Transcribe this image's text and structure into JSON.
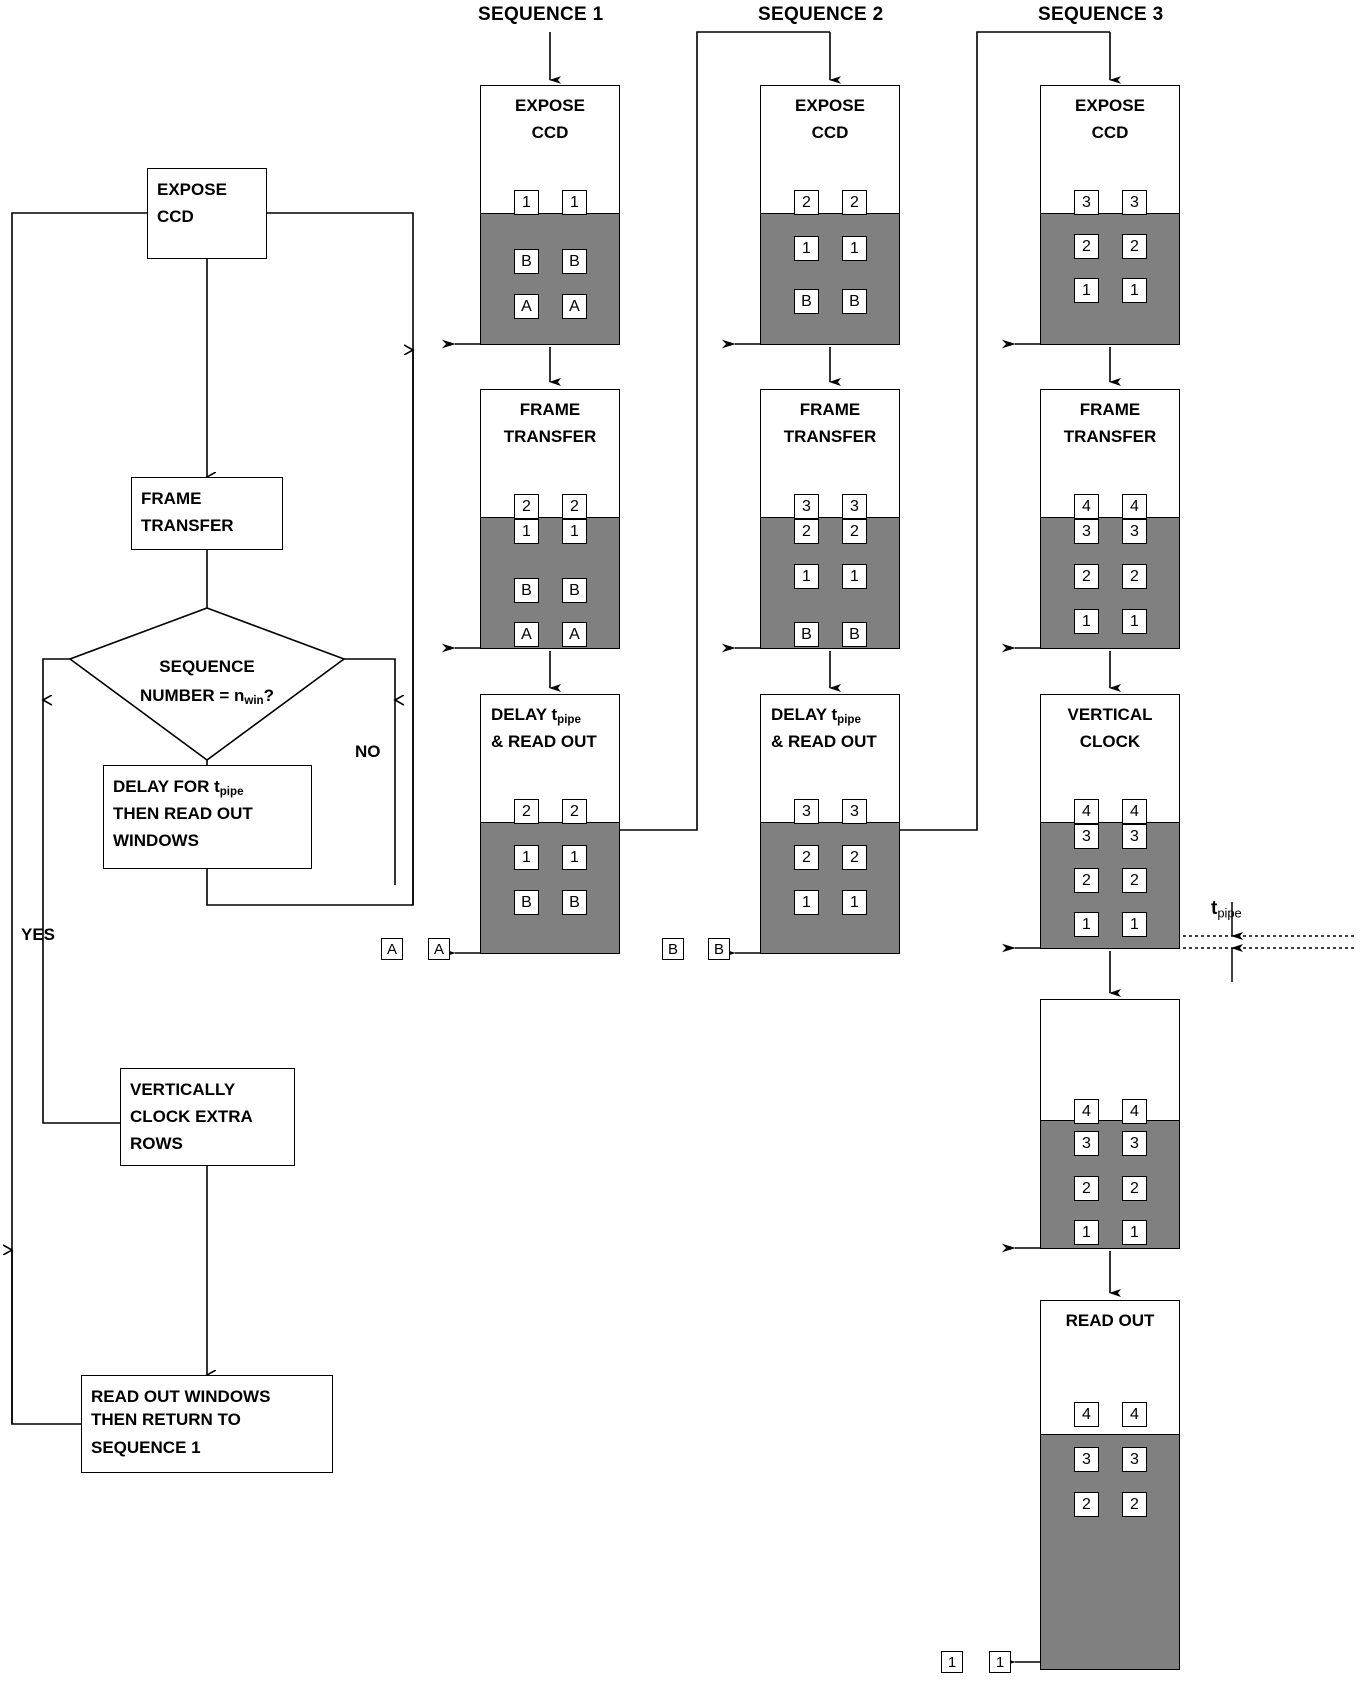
{
  "columns": [
    {
      "title": "SEQUENCE 1"
    },
    {
      "title": "SEQUENCE 2"
    },
    {
      "title": "SEQUENCE 3"
    }
  ],
  "flowchart": {
    "expose": {
      "line1": "EXPOSE",
      "line2": "CCD"
    },
    "frame_transfer": {
      "line1": "FRAME",
      "line2": "TRANSFER"
    },
    "decision": {
      "line1": "SEQUENCE",
      "line2_pre": "NUMBER = n",
      "line2_sub": "win",
      "line2_post": "?"
    },
    "delay": {
      "line1_pre": "DELAY FOR t",
      "line1_sub": "pipe",
      "line2": "THEN READ OUT",
      "line3": "WINDOWS"
    },
    "vclock": {
      "line1": "VERTICALLY",
      "line2": "CLOCK EXTRA",
      "line3": "ROWS"
    },
    "readout": {
      "line1": "READ OUT WINDOWS",
      "line2": "THEN RETURN TO",
      "line3": "SEQUENCE 1"
    },
    "yes_label": "YES",
    "no_label": "NO"
  },
  "seq1": {
    "p1": {
      "h1": "EXPOSE",
      "h2": "CCD",
      "image_cells": [
        "1",
        "1"
      ],
      "store_rows": [
        [
          "B",
          "B"
        ],
        [
          "A",
          "A"
        ]
      ]
    },
    "p2": {
      "h1": "FRAME",
      "h2": "TRANSFER",
      "image_cells": [
        "2",
        "2"
      ],
      "edge_cells": [
        "1",
        "1"
      ],
      "store_rows": [
        [
          "B",
          "B"
        ],
        [
          "A",
          "A"
        ]
      ]
    },
    "p3": {
      "h1_pre": "DELAY t",
      "h1_sub": "pipe",
      "h2": "& READ OUT",
      "image_cells": [
        "2",
        "2"
      ],
      "store_rows": [
        [
          "1",
          "1"
        ],
        [
          "B",
          "B"
        ]
      ]
    },
    "connector_left": "A",
    "connector_right": "A"
  },
  "seq2": {
    "p1": {
      "h1": "EXPOSE",
      "h2": "CCD",
      "image_cells": [
        "2",
        "2"
      ],
      "store_rows": [
        [
          "1",
          "1"
        ],
        [
          "B",
          "B"
        ]
      ]
    },
    "p2": {
      "h1": "FRAME",
      "h2": "TRANSFER",
      "image_cells": [
        "3",
        "3"
      ],
      "edge_cells": [
        "2",
        "2"
      ],
      "store_rows": [
        [
          "1",
          "1"
        ],
        [
          "B",
          "B"
        ]
      ]
    },
    "p3": {
      "h1_pre": "DELAY t",
      "h1_sub": "pipe",
      "h2": "& READ OUT",
      "image_cells": [
        "3",
        "3"
      ],
      "store_rows": [
        [
          "2",
          "2"
        ],
        [
          "1",
          "1"
        ]
      ]
    },
    "connector_left": "B",
    "connector_right": "B"
  },
  "seq3": {
    "p1": {
      "h1": "EXPOSE",
      "h2": "CCD",
      "image_cells": [
        "3",
        "3"
      ],
      "store_rows": [
        [
          "2",
          "2"
        ],
        [
          "1",
          "1"
        ]
      ]
    },
    "p2": {
      "h1": "FRAME",
      "h2": "TRANSFER",
      "image_cells": [
        "4",
        "4"
      ],
      "edge_cells": [
        "3",
        "3"
      ],
      "store_rows": [
        [
          "2",
          "2"
        ],
        [
          "1",
          "1"
        ]
      ]
    },
    "p3": {
      "h1": "VERTICAL",
      "h2": "CLOCK",
      "image_cells": [
        "4",
        "4"
      ],
      "edge_cells": [
        "3",
        "3"
      ],
      "store_rows": [
        [
          "2",
          "2"
        ],
        [
          "1",
          "1"
        ]
      ]
    },
    "p4": {
      "h1": "",
      "h2": "",
      "image_cells": [
        "4",
        "4"
      ],
      "store_rows": [
        [
          "3",
          "3"
        ],
        [
          "2",
          "2"
        ],
        [
          "1",
          "1"
        ]
      ]
    },
    "p5": {
      "h1": "READ OUT",
      "h2": "",
      "image_cells": [
        "4",
        "4"
      ],
      "store_rows": [
        [
          "3",
          "3"
        ],
        [
          "2",
          "2"
        ]
      ]
    },
    "connector_left": "1",
    "connector_right": "1"
  },
  "annotation": {
    "tpipe_pre": "t",
    "tpipe_sub": "pipe"
  },
  "colors": {
    "storage_gray": "#808080",
    "stroke": "#000000",
    "background": "#ffffff"
  }
}
